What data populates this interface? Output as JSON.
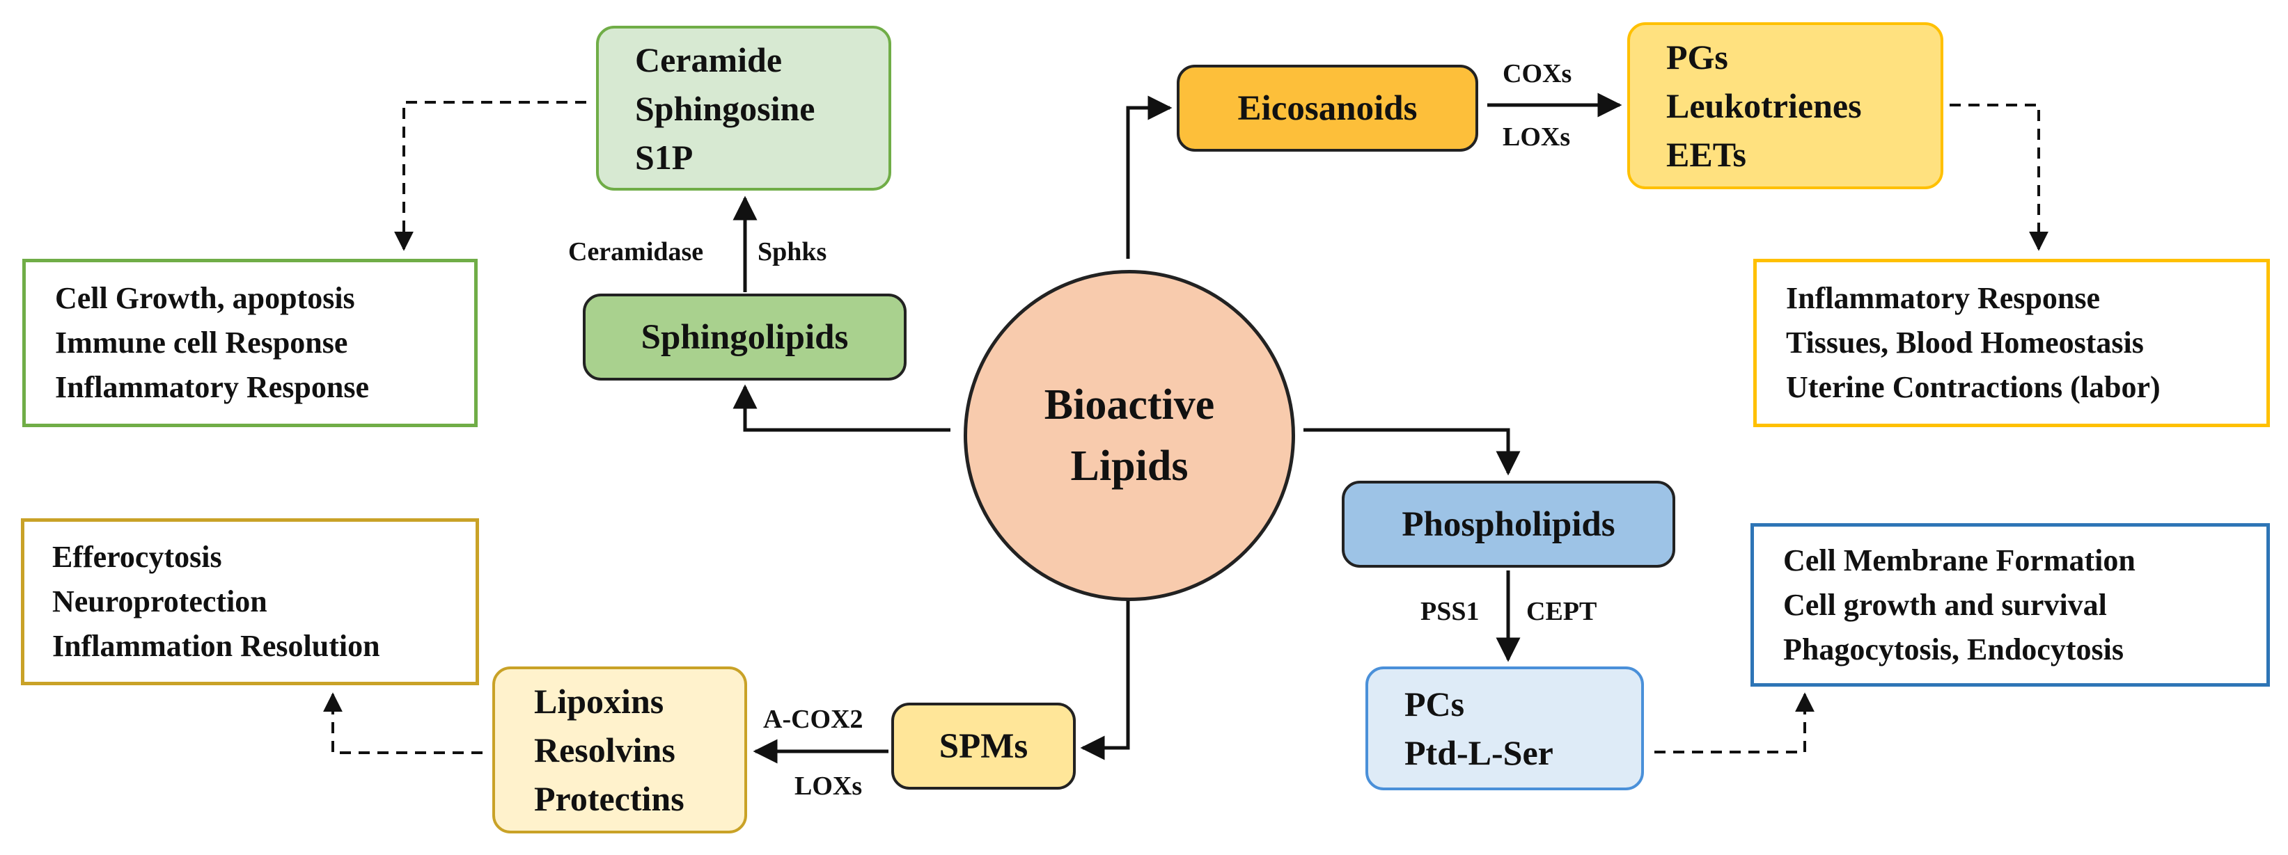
{
  "center": {
    "line1": "Bioactive",
    "line2": "Lipids"
  },
  "sphingolipids": {
    "label": "Sphingolipids",
    "products": [
      "Ceramide",
      "Sphingosine",
      "S1P"
    ],
    "enzyme_left": "Ceramidase",
    "enzyme_right": "Sphks",
    "effects": [
      "Cell Growth, apoptosis",
      "Immune cell Response",
      "Inflammatory Response"
    ]
  },
  "eicosanoids": {
    "label": "Eicosanoids",
    "products": [
      "PGs",
      "Leukotrienes",
      "EETs"
    ],
    "enzyme_top": "COXs",
    "enzyme_bottom": "LOXs",
    "effects": [
      "Inflammatory Response",
      "Tissues, Blood Homeostasis",
      "Uterine Contractions (labor)"
    ]
  },
  "phospholipids": {
    "label": "Phospholipids",
    "products": [
      "PCs",
      "Ptd-L-Ser"
    ],
    "enzyme_left": "PSS1",
    "enzyme_right": "CEPT",
    "effects": [
      "Cell Membrane Formation",
      "Cell growth and survival",
      "Phagocytosis, Endocytosis"
    ]
  },
  "spms": {
    "label": "SPMs",
    "products": [
      "Lipoxins",
      "Resolvins",
      "Protectins"
    ],
    "enzyme_top": "A-COX2",
    "enzyme_bottom": "LOXs",
    "effects": [
      "Efferocytosis",
      "Neuroprotection",
      "Inflammation Resolution"
    ]
  },
  "colors": {
    "sphingolipid_green": "#a9d18e",
    "eicosanoid_orange": "#fdbf3a",
    "phospholipid_blue": "#9dc3e6",
    "spm_yellow": "#ffe699",
    "center_salmon": "#f8cbad"
  }
}
